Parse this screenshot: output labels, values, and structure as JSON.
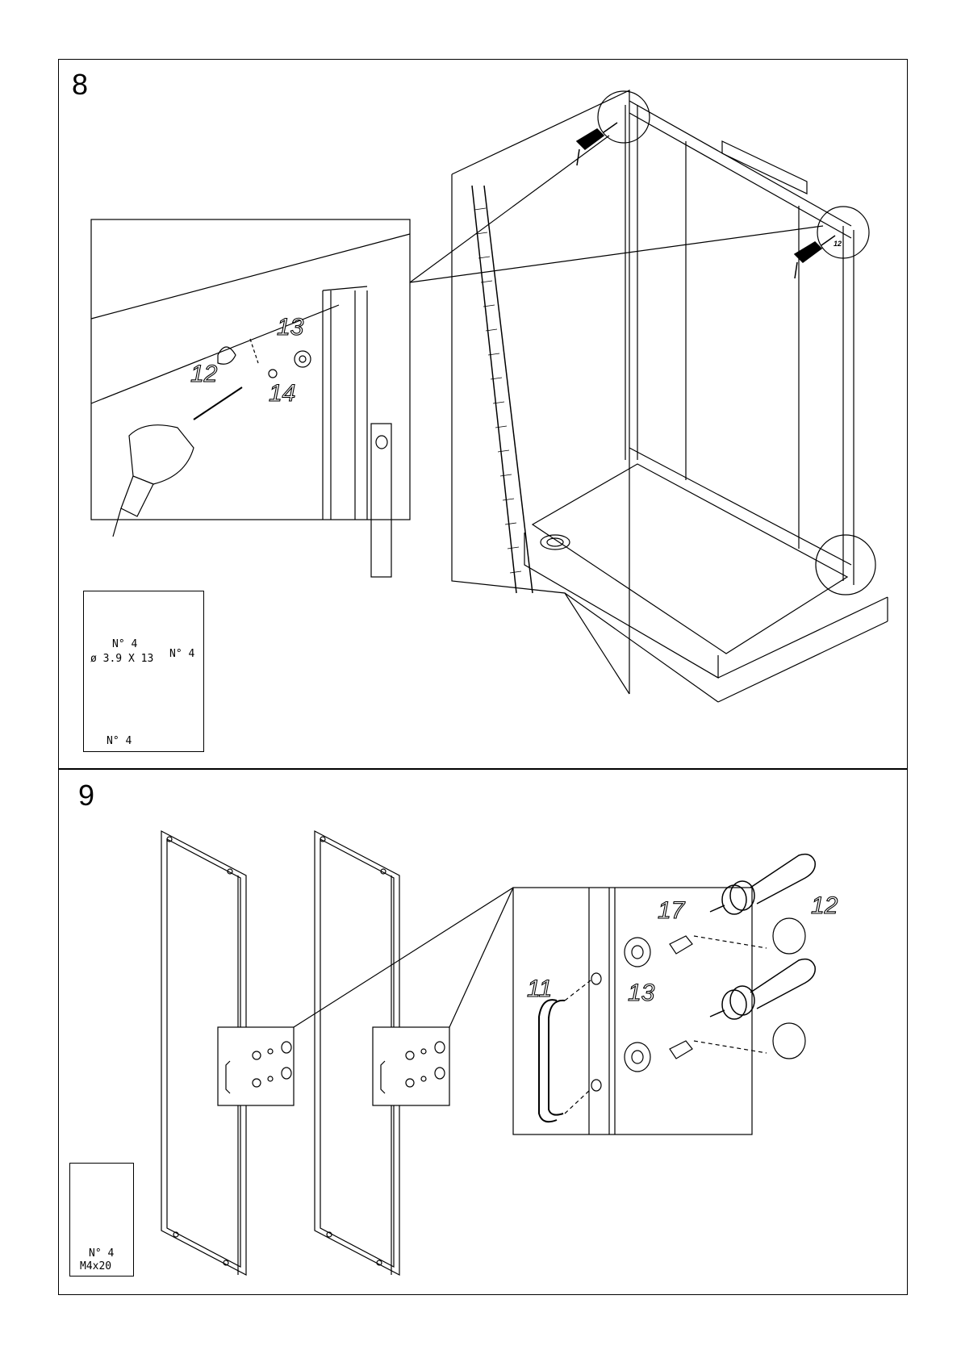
{
  "steps": [
    {
      "number": "8",
      "callouts": {
        "a": "13",
        "b": "12",
        "c": "14",
        "small": "12"
      },
      "parts": [
        {
          "icon": "screw-icon",
          "qty": "N° 4",
          "spec": "ø 3.9 X 13"
        },
        {
          "icon": "cap-icon",
          "qty": "N° 4"
        },
        {
          "icon": "washer-icon",
          "qty": "N° 4"
        }
      ]
    },
    {
      "number": "9",
      "callouts": {
        "a": "17",
        "b": "12",
        "c": "11",
        "d": "13"
      },
      "parts": [
        {
          "icon": "bolt-icon",
          "qty": "N° 4",
          "spec": "M4x20"
        }
      ]
    }
  ]
}
